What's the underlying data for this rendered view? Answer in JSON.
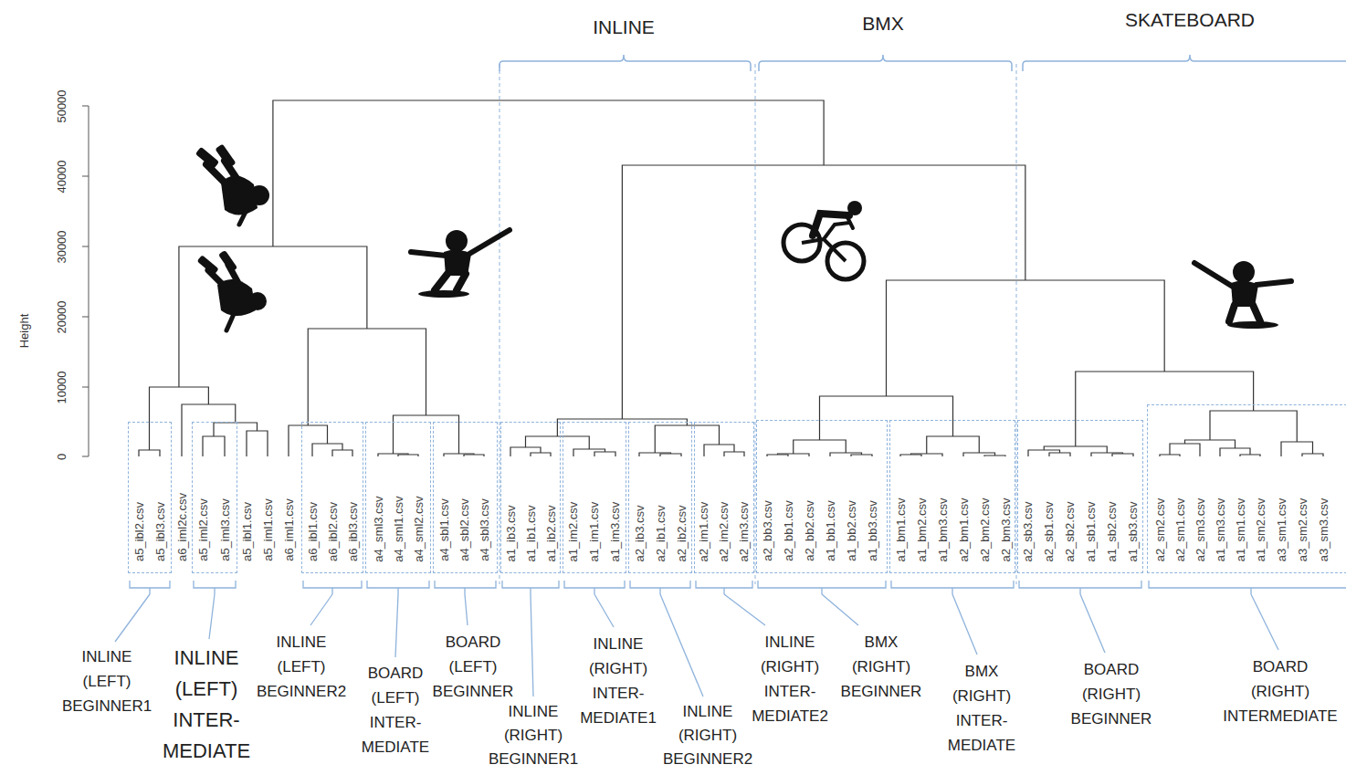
{
  "diagram": {
    "nodes": [
      {
        "text": [
          "a5_ibl2.csv",
          "a5_ibl3.csv"
        ]
      },
      {
        "text": [
          "a5_iml2.csv",
          "a5_iml3.csv"
        ]
      },
      {
        "text": [
          "a6_ibl1.csv",
          "a6_ibl2.csv",
          "a6_ibl3.csv"
        ]
      },
      {
        "text": [
          "a4_sml3.csv",
          "a4_sml1.csv",
          "a4_sml2.csv"
        ]
      },
      {
        "text": [
          "a4_sbl1.csv",
          "a4_sbl2.csv",
          "a4_sbl3.csv"
        ]
      },
      {
        "text": [
          "a1_ib3.csv",
          "a1_ib1.csv",
          "a1_ib2.csv"
        ]
      },
      {
        "text": [
          "a1_im2.csv",
          "a1_im1.csv",
          "a1_im3.csv"
        ]
      },
      {
        "text": [
          "a2_ib3.csv",
          "a2_ib1.csv",
          "a2_ib2.csv"
        ]
      },
      {
        "text": [
          "a2_im1.csv",
          "a2_im2.csv",
          "a2_im3.csv"
        ]
      },
      {
        "text": [
          "a2_bb3.csv",
          "a2_bb1.csv",
          "a2_bb2.csv",
          "a1_bb1.csv",
          "a1_bb2.csv",
          "a1_bb3.csv"
        ]
      },
      {
        "text": [
          "a1_bm1.csv",
          "a1_bm2.csv",
          "a1_bm3.csv",
          "a2_bm1.csv",
          "a2_bm2.csv",
          "a2_bm3.csv"
        ]
      },
      {
        "text": [
          "a2_sb3.csv",
          "a2_sb1.csv",
          "a2_sb2.csv",
          "a1_sb1.csv",
          "a1_sb2.csv",
          "a1_sb3.csv"
        ]
      },
      {
        "text": [
          "a2_sm2.csv",
          "a2_sm1.csv",
          "a2_sm3.csv",
          "a1_sm3.csv",
          "a1_sm1.csv",
          "a1_sm2.csv",
          "a3_sm1.csv",
          "a3_sm2.csv",
          "a3_sm3.csv"
        ]
      }
    ],
    "labels": [
      "INLINE",
      "BMX",
      "SKATEBOARD",
      "Height",
      "0",
      "10000",
      "20000",
      "30000",
      "40000",
      "50000",
      "a6_iml2c.csv",
      "a5_ibl1.csv",
      "a5_iml1.csv",
      "a6_iml1.csv",
      "INLINE (LEFT) BEGINNER1",
      "INLINE (LEFT) INTER- MEDIATE",
      "INLINE (LEFT) BEGINNER2",
      "BOARD (LEFT) INTER- MEDIATE",
      "BOARD (LEFT) BEGINNER",
      "INLINE (RIGHT) BEGINNER1",
      "INLINE (RIGHT) INTER- MEDIATE1",
      "INLINE (RIGHT) BEGINNER2",
      "INLINE (RIGHT) INTER- MEDIATE2",
      "BMX (RIGHT) BEGINNER",
      "BMX (RIGHT) INTER- MEDIATE",
      "BOARD (RIGHT) BEGINNER",
      "BOARD (RIGHT) INTERMEDIATE"
    ]
  }
}
